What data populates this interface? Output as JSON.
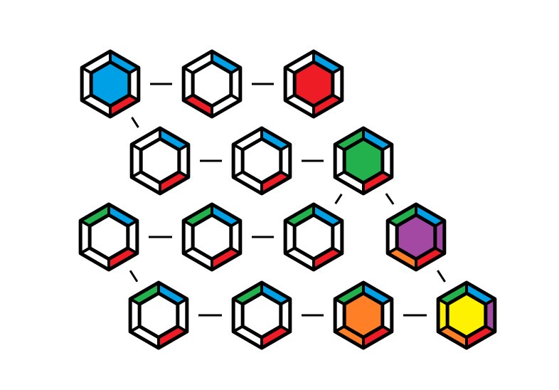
{
  "colors": {
    "outline": "#000000",
    "background": "#ffffff",
    "blue": "#00a0e6",
    "red": "#ee1c25",
    "green": "#22b14c",
    "purple": "#a349a4",
    "orange": "#ff7f27",
    "yellow": "#fff200",
    "empty": "#ffffff"
  },
  "hexagons": [
    {
      "id": "r1c1",
      "center": "blue",
      "edges": {
        "top-right": "blue",
        "bottom-right": "red"
      }
    },
    {
      "id": "r1c2",
      "center": "empty",
      "edges": {
        "top-right": "blue",
        "bottom-left": "red"
      }
    },
    {
      "id": "r1c3",
      "center": "red",
      "edges": {
        "top-right": "blue",
        "bottom-right": "red"
      }
    },
    {
      "id": "r2c1",
      "center": "empty",
      "edges": {
        "top-right": "blue",
        "bottom-right": "red"
      }
    },
    {
      "id": "r2c2",
      "center": "empty",
      "edges": {
        "top-right": "blue",
        "bottom-right": "red"
      }
    },
    {
      "id": "r2c3",
      "center": "green",
      "edges": {
        "top-left": "green",
        "top-right": "blue",
        "bottom-right": "red"
      }
    },
    {
      "id": "r3c1",
      "center": "empty",
      "edges": {
        "top-left": "green",
        "top-right": "blue",
        "bottom-right": "red"
      }
    },
    {
      "id": "r3c2",
      "center": "empty",
      "edges": {
        "top-left": "green",
        "top-right": "blue",
        "bottom-right": "red"
      }
    },
    {
      "id": "r3c3",
      "center": "empty",
      "edges": {
        "top-left": "green",
        "top-right": "blue",
        "bottom-right": "red"
      }
    },
    {
      "id": "r3c4",
      "center": "purple",
      "edges": {
        "top-left": "green",
        "top-right": "blue",
        "right": "purple",
        "bottom-right": "red",
        "bottom-left": "orange"
      }
    },
    {
      "id": "r4c1",
      "center": "empty",
      "edges": {
        "top-left": "green",
        "top-right": "blue",
        "bottom-right": "red"
      }
    },
    {
      "id": "r4c2",
      "center": "empty",
      "edges": {
        "top-left": "green",
        "top-right": "blue",
        "bottom-right": "red"
      }
    },
    {
      "id": "r4c3",
      "center": "orange",
      "edges": {
        "top-left": "green",
        "top-right": "blue",
        "bottom-right": "red",
        "bottom-left": "orange"
      }
    },
    {
      "id": "r4c4",
      "center": "yellow",
      "edges": {
        "top-left": "green",
        "top-right": "blue",
        "right": "purple",
        "bottom-right": "red",
        "bottom-left": "orange",
        "left": "yellow"
      }
    }
  ],
  "connections": [
    [
      "r1c1",
      "r1c2"
    ],
    [
      "r1c2",
      "r1c3"
    ],
    [
      "r1c1",
      "r2c1"
    ],
    [
      "r2c1",
      "r2c2"
    ],
    [
      "r2c2",
      "r2c3"
    ],
    [
      "r2c3",
      "r3c3"
    ],
    [
      "r2c3",
      "r3c4"
    ],
    [
      "r3c1",
      "r3c2"
    ],
    [
      "r3c2",
      "r3c3"
    ],
    [
      "r3c1",
      "r4c1"
    ],
    [
      "r3c4",
      "r4c4"
    ],
    [
      "r4c1",
      "r4c2"
    ],
    [
      "r4c2",
      "r4c3"
    ],
    [
      "r4c3",
      "r4c4"
    ]
  ]
}
